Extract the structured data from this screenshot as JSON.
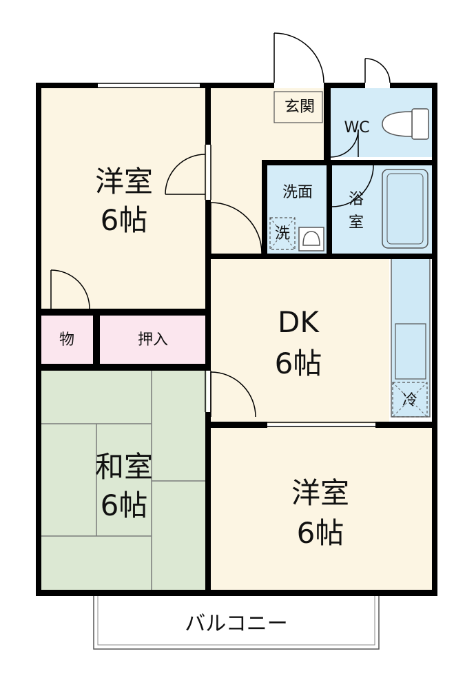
{
  "rooms": {
    "western_room_top": {
      "name": "洋室",
      "size": "6帖"
    },
    "storage": {
      "name": "物"
    },
    "closet": {
      "name": "押入"
    },
    "japanese_room": {
      "name": "和室",
      "size": "6帖"
    },
    "dining_kitchen": {
      "name": "DK",
      "size": "6帖"
    },
    "western_room_bottom": {
      "name": "洋室",
      "size": "6帖"
    },
    "entrance": {
      "name": "玄関"
    },
    "toilet": {
      "name": "WC"
    },
    "washroom": {
      "name": "洗面"
    },
    "washer": {
      "name": "洗"
    },
    "bathroom": {
      "name": "浴室"
    },
    "fridge": {
      "name": "冷"
    },
    "balcony": {
      "name": "バルコニー"
    }
  },
  "colors": {
    "floor_wood": "#fcf5e3",
    "wet_area": "#d4ecf8",
    "storage_pink": "#fbe6ee",
    "tatami": "#dce8d3",
    "wall": "#000000"
  }
}
